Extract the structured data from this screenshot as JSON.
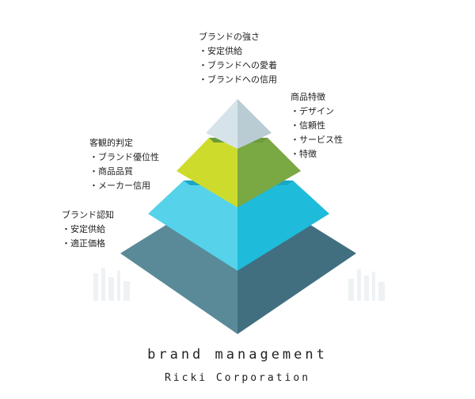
{
  "labels": {
    "brand_strength": {
      "heading": "ブランドの強さ",
      "items": [
        "安定供給",
        "ブランドへの愛着",
        "ブランドへの信用"
      ]
    },
    "product_features": {
      "heading": "商品特徴",
      "items": [
        "デザイン",
        "信頼性",
        "サービス性",
        "特徴"
      ]
    },
    "objective_judgment": {
      "heading": "客観的判定",
      "items": [
        "ブランド優位性",
        "商品品質",
        "メーカー信用"
      ]
    },
    "brand_awareness": {
      "heading": "ブランド認知",
      "items": [
        "安定供給",
        "適正価格"
      ]
    }
  },
  "footer": {
    "title": "brand management",
    "company": "Ricki Corporation"
  },
  "colors": {
    "tier1_left": "#d6e4ea",
    "tier1_right": "#b9ccd4",
    "tier2_left": "#cddc2c",
    "tier2_right": "#7aa843",
    "tier3_left": "#56d3ea",
    "tier3_right": "#1fbbda",
    "tier4_left": "#5a8a98",
    "tier4_right": "#426f80"
  }
}
